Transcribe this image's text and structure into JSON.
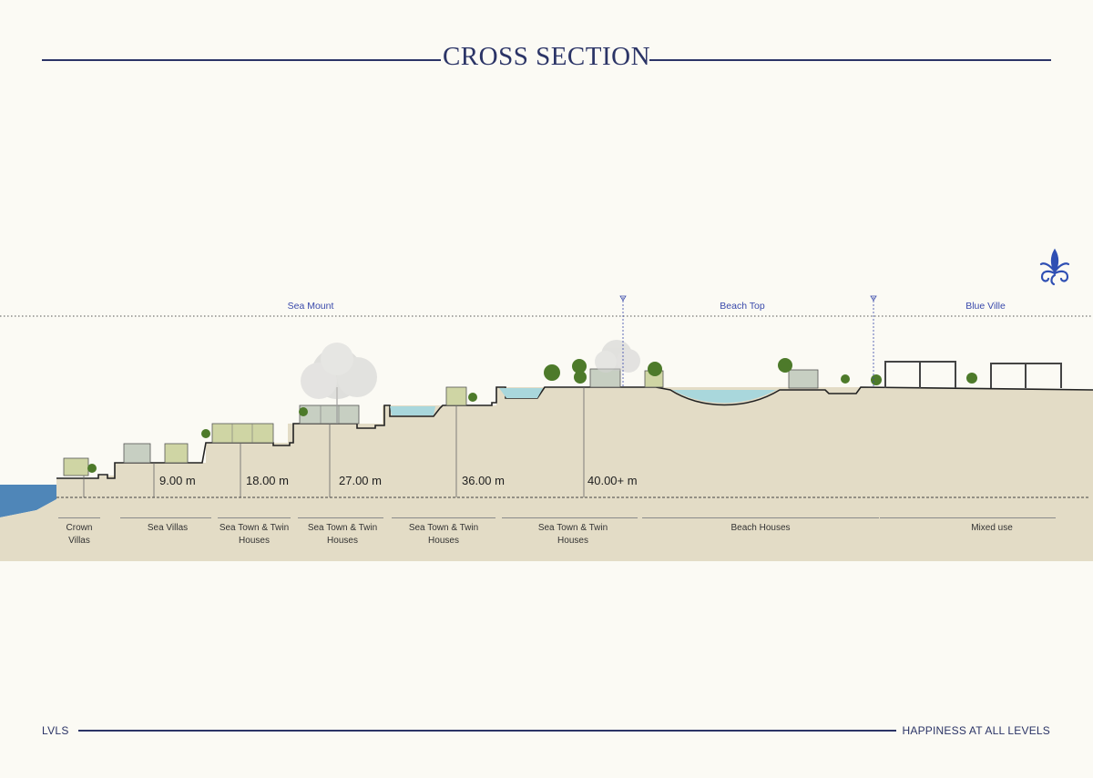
{
  "header": {
    "title": "CROSS SECTION"
  },
  "zones": [
    {
      "id": "sea-mount",
      "label": "Sea Mount"
    },
    {
      "id": "beach-top",
      "label": "Beach Top"
    },
    {
      "id": "blue-ville",
      "label": "Blue Ville"
    }
  ],
  "elevations": [
    "9.00 m",
    "18.00 m",
    "27.00 m",
    "36.00 m",
    "40.00+ m"
  ],
  "categories": [
    {
      "line1": "Crown",
      "line2": "Villas"
    },
    {
      "line1": "Sea Villas",
      "line2": ""
    },
    {
      "line1": "Sea Town & Twin",
      "line2": "Houses"
    },
    {
      "line1": "Sea Town & Twin",
      "line2": "Houses"
    },
    {
      "line1": "Sea Town & Twin",
      "line2": "Houses"
    },
    {
      "line1": "Sea Town & Twin",
      "line2": "Houses"
    },
    {
      "line1": "Beach Houses",
      "line2": ""
    },
    {
      "line1": "Mixed use",
      "line2": ""
    }
  ],
  "footer": {
    "brand": "LVLS",
    "tagline": "HAPPINESS AT ALL LEVELS"
  },
  "colors": {
    "navy": "#2b3466",
    "zone_label": "#3949ab",
    "ground": "#e3dcc6",
    "water": "#a9d7dc",
    "sea": "#4f86b8",
    "building_green": "#cfd5a4",
    "building_gray": "#c7cfc2",
    "tree": "#4d7a2a"
  }
}
